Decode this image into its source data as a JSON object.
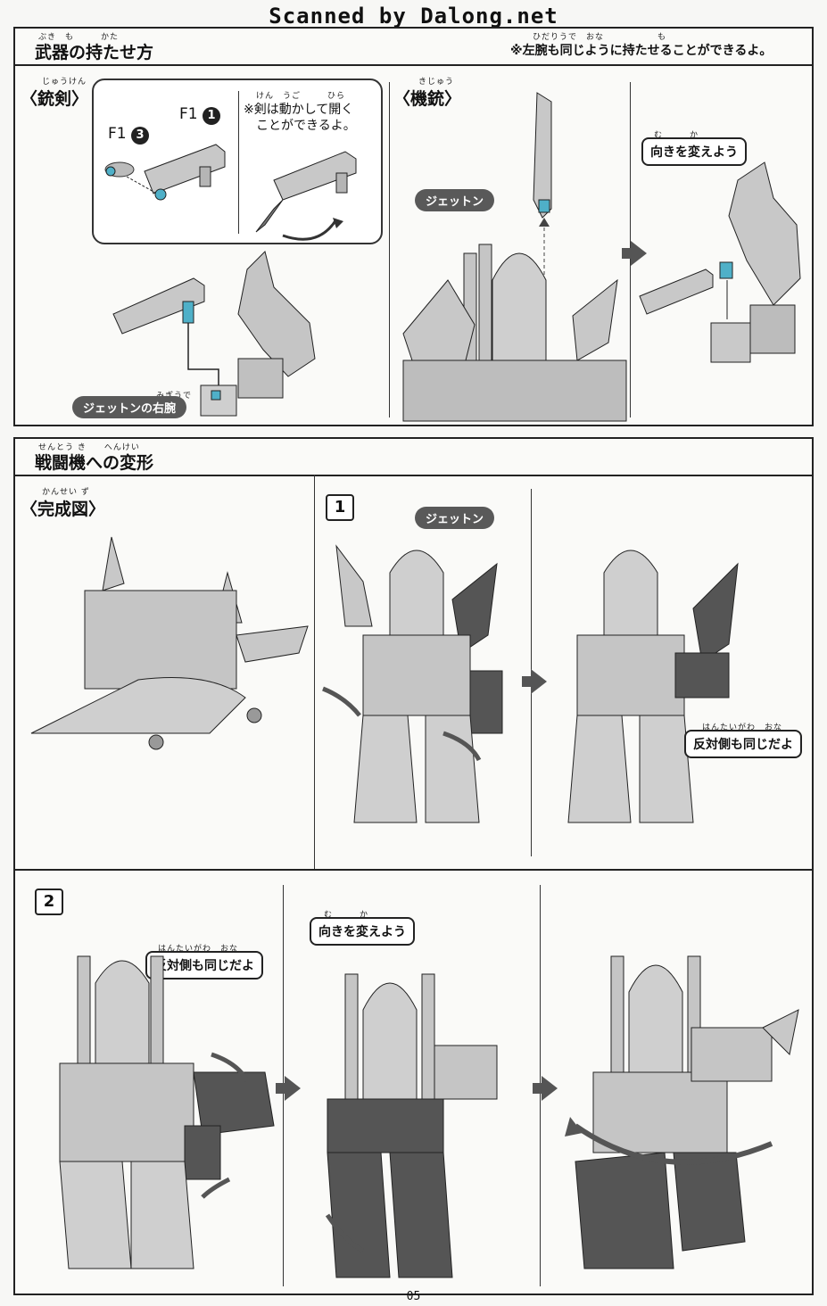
{
  "watermark": "Scanned by Dalong.net",
  "page_number": "05",
  "weapons": {
    "title": "武器の持たせ方",
    "title_furigana": "ぶき　も　　　かた",
    "note": "※左腕も同じように持たせることができるよ。",
    "note_furigana": "ひだりうで　おな　　　　　　も",
    "gun_sword": {
      "label": "〈銃剣〉",
      "label_furigana": "じゅうけん",
      "part_f1_1": "F1",
      "part_f1_1_num": "1",
      "part_f1_3": "F1",
      "part_f1_3_num": "3",
      "note_line1": "※剣は動かして開く",
      "note_line2": "ことができるよ。",
      "note_furigana": "けん　うご　　　ひら",
      "arm_label": "ジェットンの右腕",
      "arm_label_furigana": "みぎうで"
    },
    "machine_gun": {
      "label": "〈機銃〉",
      "label_furigana": "きじゅう",
      "jetton_label": "ジェットン",
      "callout": "向きを変えよう",
      "callout_furigana": "む　　　か"
    }
  },
  "transform": {
    "title": "戦闘機への変形",
    "title_furigana": "せんとう き　　へんけい",
    "completed": {
      "label": "〈完成図〉",
      "label_furigana": "かんせい ず"
    },
    "step1": {
      "number": "1",
      "jetton_label": "ジェットン",
      "callout": "反対側も同じだよ",
      "callout_furigana": "はんたいがわ　おな"
    },
    "step2": {
      "number": "2",
      "callout_a": "反対側も同じだよ",
      "callout_a_furigana": "はんたいがわ　おな",
      "callout_b": "向きを変えよう",
      "callout_b_furigana": "む　　　か"
    }
  }
}
